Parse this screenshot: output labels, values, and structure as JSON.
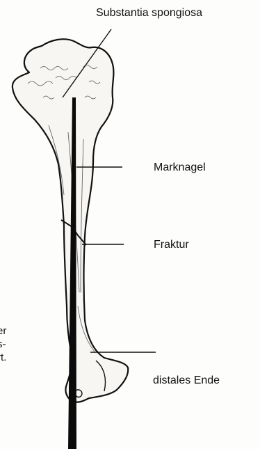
{
  "labels": {
    "substantia_spongiosa": "Substantia spongiosa",
    "marknagel": "Marknagel",
    "fraktur": "Fraktur",
    "distales_ende": "distales Ende"
  },
  "cut_off_text": {
    "line1": "er",
    "line2": "s-",
    "line3": "rt."
  },
  "colors": {
    "ink": "#111111",
    "bone_fill": "#f7f6f2",
    "nail": "#0b0b0b"
  }
}
